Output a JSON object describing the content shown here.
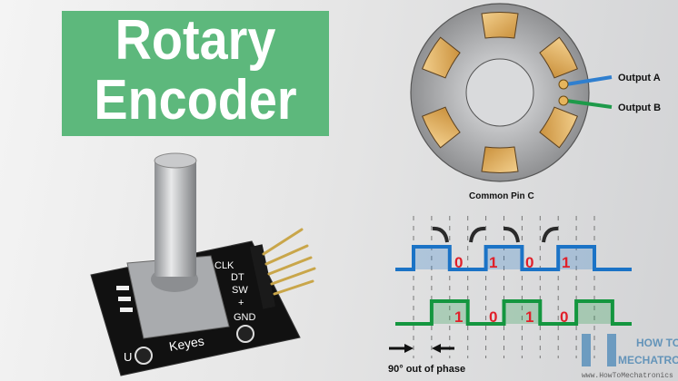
{
  "title": {
    "line1": "Rotary",
    "line2": "Encoder"
  },
  "disk": {
    "output_a": "Output A",
    "output_b": "Output B",
    "common": "Common Pin C",
    "pad_count": 6,
    "colors": {
      "disk": "#9a9b9d",
      "pad": "#e2b56b",
      "wire_a": "#2f7fcf",
      "wire_b": "#1e9a4a"
    }
  },
  "module": {
    "pins": [
      "CLK",
      "DT",
      "SW",
      "+",
      "GND"
    ],
    "brand": "Keyes",
    "corner_letter": "U"
  },
  "timing": {
    "channel_a": {
      "levels": [
        0,
        1,
        1,
        0,
        0,
        1,
        1,
        0,
        0,
        1,
        1,
        0,
        0
      ],
      "bits": [
        "0",
        "1",
        "0",
        "1"
      ],
      "color": "#1b73c6"
    },
    "channel_b": {
      "levels": [
        0,
        0,
        1,
        1,
        0,
        0,
        1,
        1,
        0,
        0,
        1,
        1,
        0
      ],
      "bits": [
        "1",
        "0",
        "1",
        "0"
      ],
      "color": "#14963f"
    },
    "bit_color": "#e0202a",
    "phase_label": "90° out of phase"
  },
  "watermark": {
    "line1": "HOW TO",
    "line2": "MECHATRON",
    "url": "www.HowToMechatronics"
  }
}
